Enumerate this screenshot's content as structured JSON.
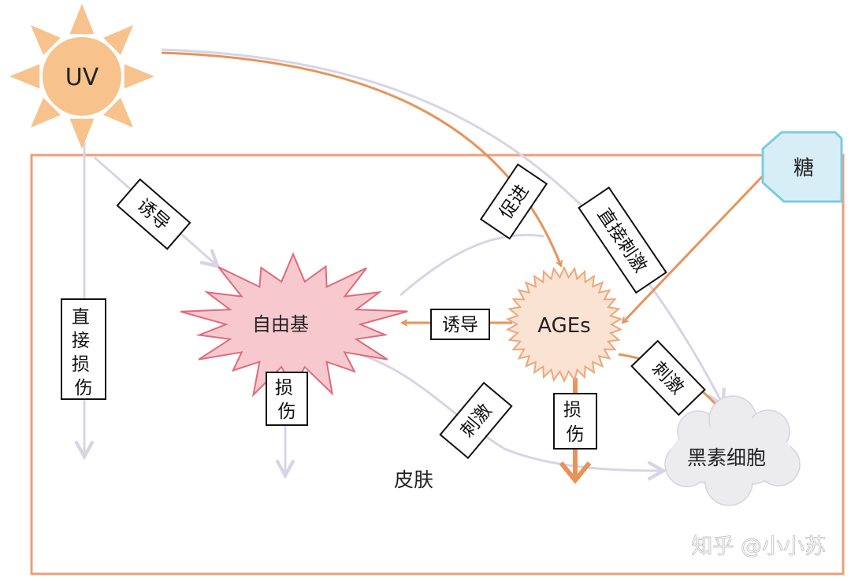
{
  "nodes": {
    "uv": "UV",
    "sugar": "糖",
    "free_radical": "自由基",
    "ages": "AGEs",
    "melanocyte": "黑素细胞",
    "skin": "皮肤"
  },
  "edge_labels": {
    "uv_direct_damage": [
      "直",
      "接",
      "损",
      "伤"
    ],
    "uv_induce_free_radical": "诱导",
    "uv_promote_ages": "促进",
    "uv_direct_stimulate": "直接刺激",
    "ages_induce_free_radical": "诱导",
    "free_radical_damage": [
      "损",
      "伤"
    ],
    "free_radical_stimulate": "刺激",
    "ages_damage": [
      "损",
      "伤"
    ],
    "ages_stimulate": "刺激"
  },
  "watermark": "知乎 @小小苏",
  "colors": {
    "orange_arrow": "#E8935A",
    "lavender_arrow": "#D8D4E6",
    "skin_border": "#E9A07A",
    "sun_fill": "#F7C28C",
    "free_radical_fill": "#F7C9CF",
    "free_radical_stroke": "#E06A7A",
    "ages_fill": "#FBE3D3",
    "ages_stroke": "#EDA77B",
    "sugar_fill": "#D8EEF7",
    "sugar_stroke": "#7CCBE3",
    "cloud_fill": "#ECECEE"
  }
}
